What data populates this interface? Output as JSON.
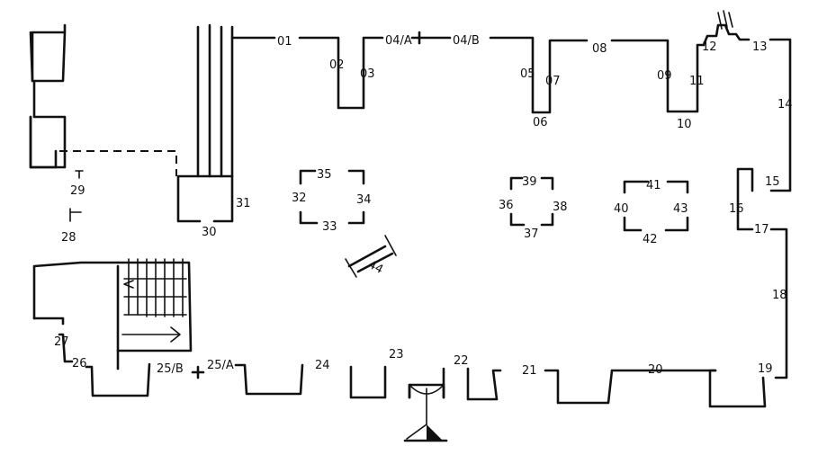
{
  "plan": {
    "labels": {
      "l01": "01",
      "l02": "02",
      "l03": "03",
      "l04a": "04/A",
      "l04b": "04/B",
      "l05": "05",
      "l06": "06",
      "l07": "07",
      "l08": "08",
      "l09": "09",
      "l10": "10",
      "l11": "11",
      "l12": "12",
      "l13": "13",
      "l14": "14",
      "l15": "15",
      "l16": "16",
      "l17": "17",
      "l18": "18",
      "l19": "19",
      "l20": "20",
      "l21": "21",
      "l22": "22",
      "l23": "23",
      "l24": "24",
      "l25a": "25/A",
      "l25b": "25/B",
      "l26": "26",
      "l27": "27",
      "l28": "28",
      "l29": "29",
      "l30": "30",
      "l31": "31",
      "l32": "32",
      "l33": "33",
      "l34": "34",
      "l35": "35",
      "l36": "36",
      "l37": "37",
      "l38": "38",
      "l39": "39",
      "l40": "40",
      "l41": "41",
      "l42": "42",
      "l43": "43",
      "l44": "44"
    },
    "icons": [
      "entrance-eye-icon",
      "stairs-arrow-icon",
      "plus-marker-icon"
    ]
  }
}
